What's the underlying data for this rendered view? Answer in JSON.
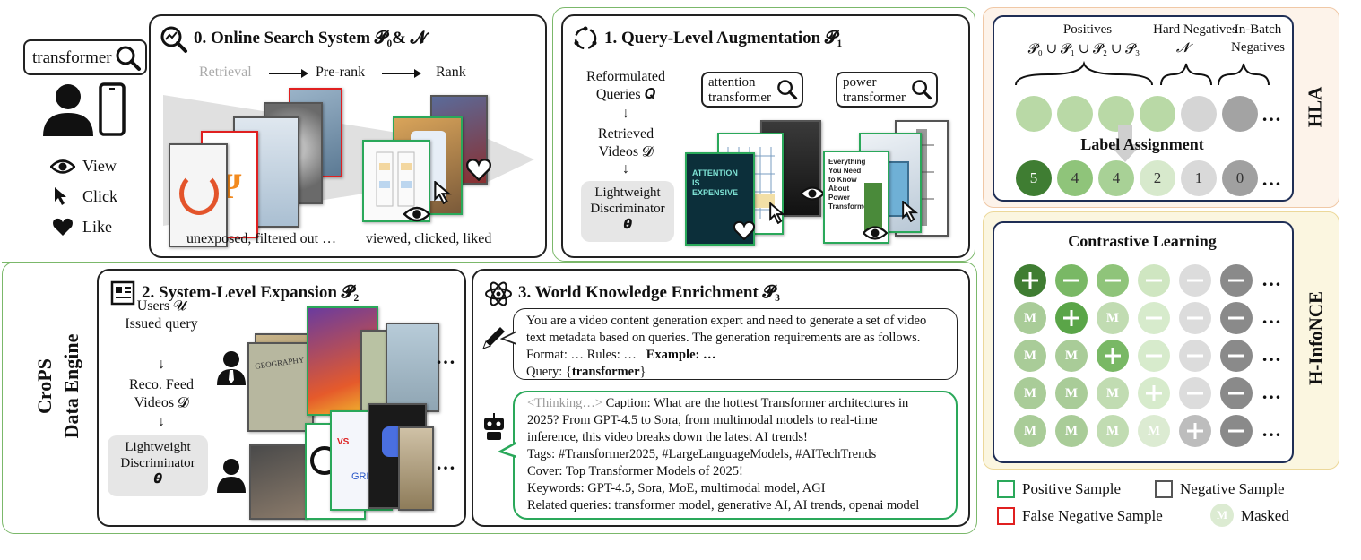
{
  "left": {
    "search_query": "transformer",
    "legend": [
      {
        "icon": "eye-icon",
        "label": "View"
      },
      {
        "icon": "cursor-icon",
        "label": "Click"
      },
      {
        "icon": "heart-icon",
        "label": "Like"
      }
    ]
  },
  "panel0": {
    "title": "0. Online Search System 𝓟₀& 𝓝",
    "stages": [
      "Retrieval",
      "Pre-rank",
      "Rank"
    ],
    "caption_left": "unexposed, filtered out …",
    "caption_right": "viewed, clicked, liked"
  },
  "panel1": {
    "title": "1. Query-Level Augmentation 𝓟₁",
    "flow": [
      "Reformulated",
      "Queries 𝑸",
      "Retrieved",
      "Videos 𝓓"
    ],
    "disc": [
      "Lightweight",
      "Discriminator",
      "𝜽"
    ],
    "queries": [
      [
        "attention",
        "transformer"
      ],
      [
        "power",
        "transformer"
      ]
    ],
    "thumb_texts": [
      "ATTENTION IS EXPENSIVE",
      "Everything You Need to Know About Power Transformers"
    ]
  },
  "crops": {
    "line1": "CroPS",
    "line2": "Data Engine"
  },
  "panel2": {
    "title": "2. System-Level Expansion 𝓟₂",
    "flow": [
      "Users 𝓤",
      "Issued query",
      "Reco. Feed",
      "Videos 𝓓"
    ],
    "disc": [
      "Lightweight",
      "Discriminator",
      "𝜽"
    ],
    "ellipsis": "…"
  },
  "panel3": {
    "title": "3. World Knowledge Enrichment 𝓟₃",
    "prompt": [
      "You are a video content generation expert and need to generate a set of video",
      "text metadata based on queries. The generation requirements are as follows.",
      "Format: … Rules: …"
    ],
    "prompt_example": "Example: …",
    "prompt_query_prefix": "Query: {",
    "prompt_query_word": "transformer",
    "prompt_query_suffix": "}",
    "thinking": "<Thinking…>",
    "response": [
      " Caption: What are the hottest Transformer architectures in",
      "2025? From GPT-4.5 to Sora, from multimodal models to real-time",
      "inference, this video breaks down the latest AI trends!",
      "Tags: #Transformer2025, #LargeLanguageModels,  #AITechTrends",
      "Cover: Top Transformer Models of 2025!",
      "Keywords: GPT-4.5, Sora, MoE, multimodal model, AGI",
      "Related queries: transformer model, generative AI, AI trends, openai model"
    ]
  },
  "hla": {
    "side_label": "HLA",
    "positives_label": "Positives",
    "positives_set": "𝓟₀ ∪ 𝓟₁ ∪ 𝓟₂ ∪ 𝓟₃",
    "hard_label": "Hard Negatives",
    "hard_set": "𝓝",
    "inbatch": [
      "In-Batch",
      "Negatives"
    ],
    "assign_title": "Label Assignment",
    "labels": [
      "5",
      "4",
      "4",
      "2",
      "1",
      "0"
    ],
    "ellipsis": "…",
    "colors": [
      "#b9d9a6",
      "#b9d9a6",
      "#b9d9a6",
      "#b9d9a6",
      "#d5d5d5",
      "#a3a3a3"
    ],
    "label_colors": [
      "#3f7d32",
      "#8fc47a",
      "#a8d196",
      "#d7e9cc",
      "#d9d9d9",
      "#a0a0a0"
    ]
  },
  "hinfo": {
    "side_label": "H-InfoNCE",
    "title": "Contrastive Learning",
    "masked_letter": "M",
    "ellipsis": "…"
  },
  "legend_bottom": [
    {
      "label": "Positive Sample",
      "color": "#2aa85a"
    },
    {
      "label": "Negative Sample",
      "color": "#555555"
    },
    {
      "label": "False Negative Sample",
      "color": "#e02020"
    },
    {
      "label": "Masked",
      "color": "#dcebd2"
    }
  ]
}
